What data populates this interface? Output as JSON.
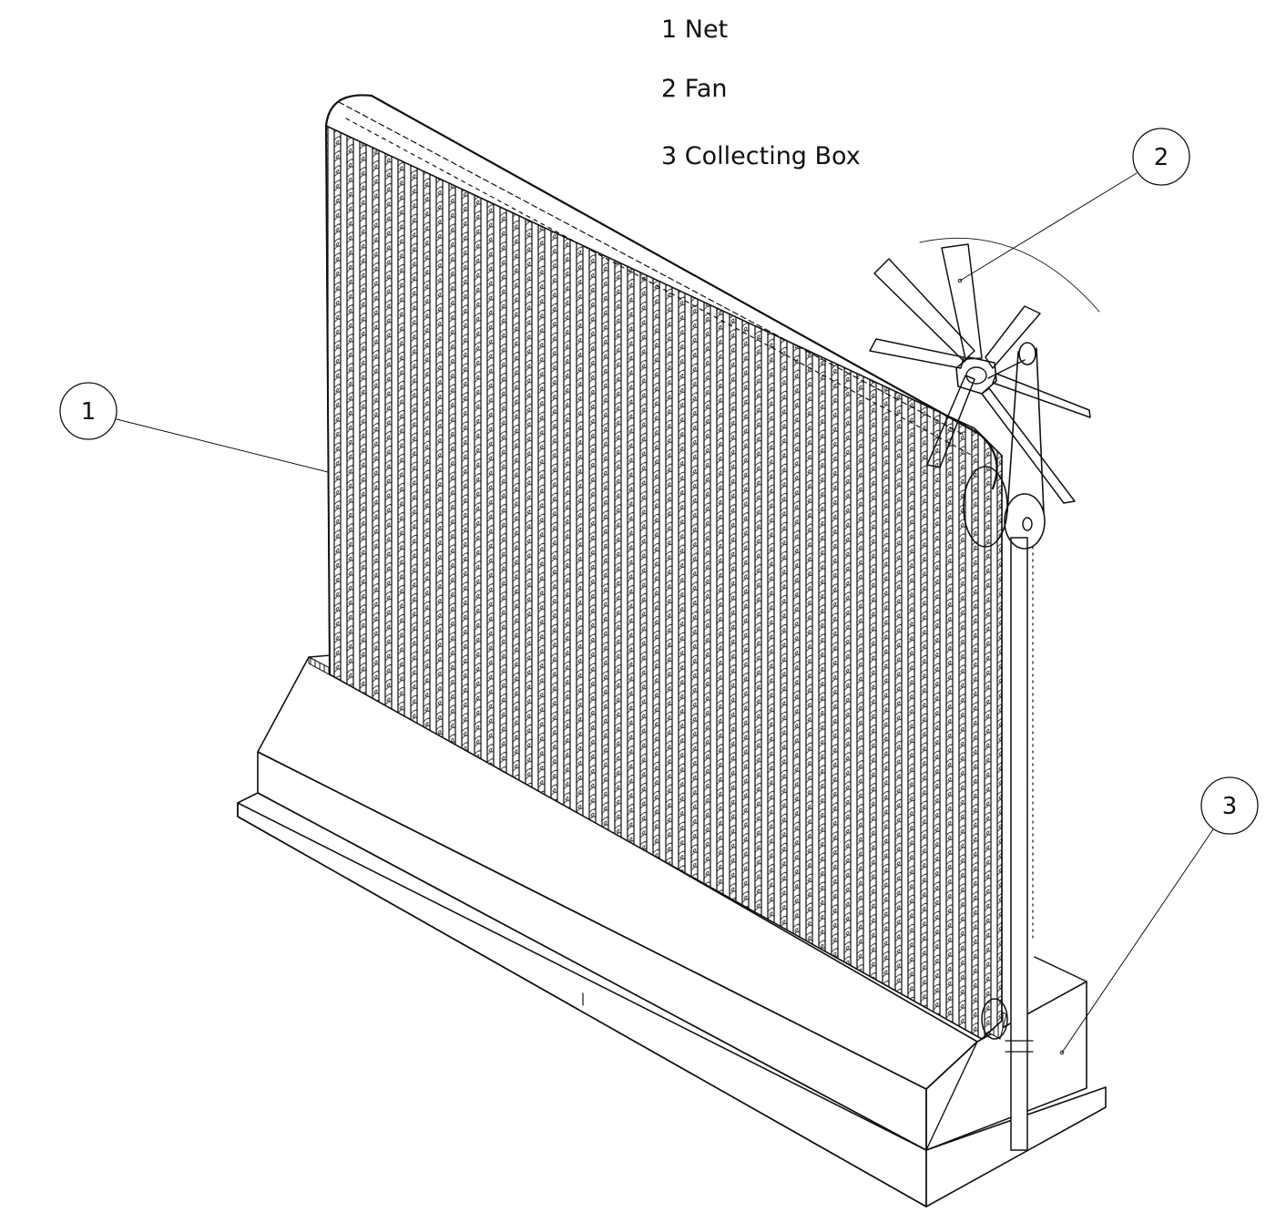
{
  "legend": {
    "items": [
      {
        "number": "1",
        "label": "Net"
      },
      {
        "number": "2",
        "label": "Fan"
      },
      {
        "number": "3",
        "label": "Collecting Box"
      }
    ]
  },
  "callouts": [
    {
      "number": "1",
      "target": "net"
    },
    {
      "number": "2",
      "target": "fan"
    },
    {
      "number": "3",
      "target": "collecting-box"
    }
  ],
  "colors": {
    "line": "#111111",
    "background": "#ffffff",
    "net_texture": "#2a2a2a"
  }
}
